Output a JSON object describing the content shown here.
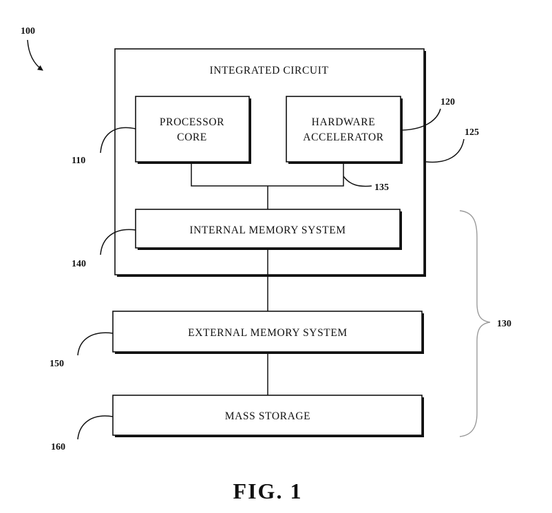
{
  "figure": {
    "ref": "100",
    "caption": "FIG. 1"
  },
  "integrated_circuit": {
    "label": "INTEGRATED CIRCUIT",
    "ref": "125"
  },
  "processor_core": {
    "line1": "PROCESSOR",
    "line2": "CORE",
    "ref": "110"
  },
  "hardware_accelerator": {
    "line1": "HARDWARE",
    "line2": "ACCELERATOR",
    "ref": "120"
  },
  "bus": {
    "ref": "135"
  },
  "internal_memory": {
    "label": "INTERNAL MEMORY SYSTEM",
    "ref": "140"
  },
  "external_memory": {
    "label": "EXTERNAL MEMORY SYSTEM",
    "ref": "150"
  },
  "mass_storage": {
    "label": "MASS STORAGE",
    "ref": "160"
  },
  "memory_hierarchy": {
    "ref": "130"
  }
}
